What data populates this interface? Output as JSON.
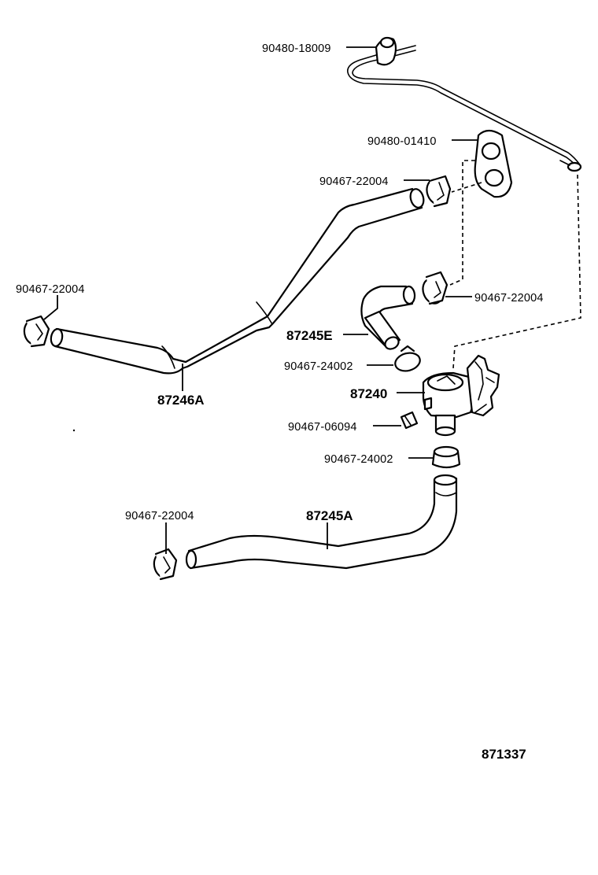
{
  "labels": {
    "clamp_top": "90480-18009",
    "grommet": "90480-01410",
    "clip_upper_right": "90467-22004",
    "clip_mid_right": "90467-22004",
    "clip_left": "90467-22004",
    "hose_e": "87245E",
    "band_upper": "90467-24002",
    "valve": "87240",
    "bolt": "90467-06094",
    "band_lower": "90467-24002",
    "clip_lower_left": "90467-22004",
    "hose_a": "87245A",
    "hose_246a": "87246A",
    "figure_number": "871337"
  }
}
